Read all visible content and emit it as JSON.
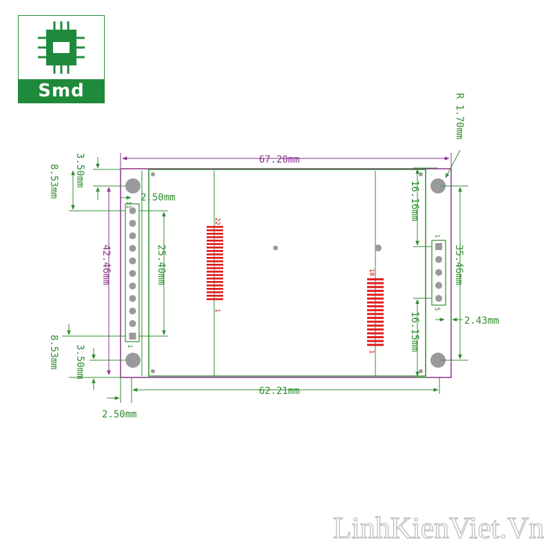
{
  "logo": {
    "text": "Smd",
    "icon": "chip-icon",
    "color": "#1f8a3c"
  },
  "watermark": "LinhKienViet.Vn",
  "colors": {
    "pcb_outline": "#8b2f8b",
    "board_lines": "#2e8b2e",
    "fpc": "#e02020",
    "hole": "#9a9a9a"
  },
  "dimensions": {
    "board_width": "67.20mm",
    "lcd_width": "62.21mm",
    "corner_radius": "R 1.70mm",
    "left_offset_top": "2.50mm",
    "left_offset_bottom": "2.50mm",
    "hole_vertical_spacing": "42.46mm",
    "header_pitch_length": "25.40mm",
    "top_hole_offset": "3.50mm",
    "top_header_offset": "8.53mm",
    "bottom_hole_offset": "3.50mm",
    "bottom_header_offset": "8.53mm",
    "right_hole_spacing": "35.46mm",
    "right_top_offset": "16.16mm",
    "right_bottom_offset": "16.15mm",
    "right_header_inset": "2.43mm"
  },
  "pin_labels": {
    "left_header_top": "11",
    "left_header_bottom": "1",
    "fpc_left_top": "22",
    "fpc_left_bottom": "1",
    "fpc_right_top": "18",
    "fpc_right_bottom": "1",
    "right_header_top": "1",
    "right_header_bottom": "5"
  }
}
